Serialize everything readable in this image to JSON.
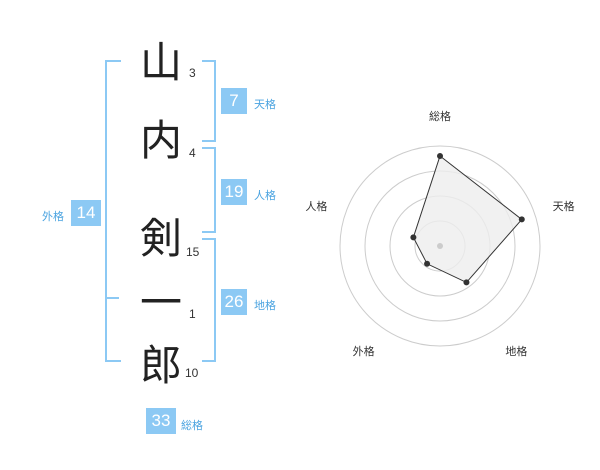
{
  "name": {
    "chars": [
      {
        "char": "山",
        "strokes": "3"
      },
      {
        "char": "内",
        "strokes": "4"
      },
      {
        "char": "剣",
        "strokes": "15"
      },
      {
        "char": "一",
        "strokes": "1"
      },
      {
        "char": "郎",
        "strokes": "10"
      }
    ]
  },
  "fortunes": {
    "tenkaku": {
      "value": "7",
      "label": "天格"
    },
    "jinkaku": {
      "value": "19",
      "label": "人格"
    },
    "chikaku": {
      "value": "26",
      "label": "地格"
    },
    "gaikaku": {
      "value": "14",
      "label": "外格"
    },
    "soukaku": {
      "value": "33",
      "label": "総格"
    }
  },
  "chart_data": {
    "type": "radar",
    "axes": [
      "総格",
      "天格",
      "地格",
      "外格",
      "人格"
    ],
    "values": [
      0.9,
      0.86,
      0.45,
      0.22,
      0.28
    ],
    "rings": 4,
    "grid": true,
    "colors": {
      "fill": "#eeeeee",
      "line": "#333333",
      "ring": "#cccccc",
      "accent": "#8cc9f4"
    }
  }
}
